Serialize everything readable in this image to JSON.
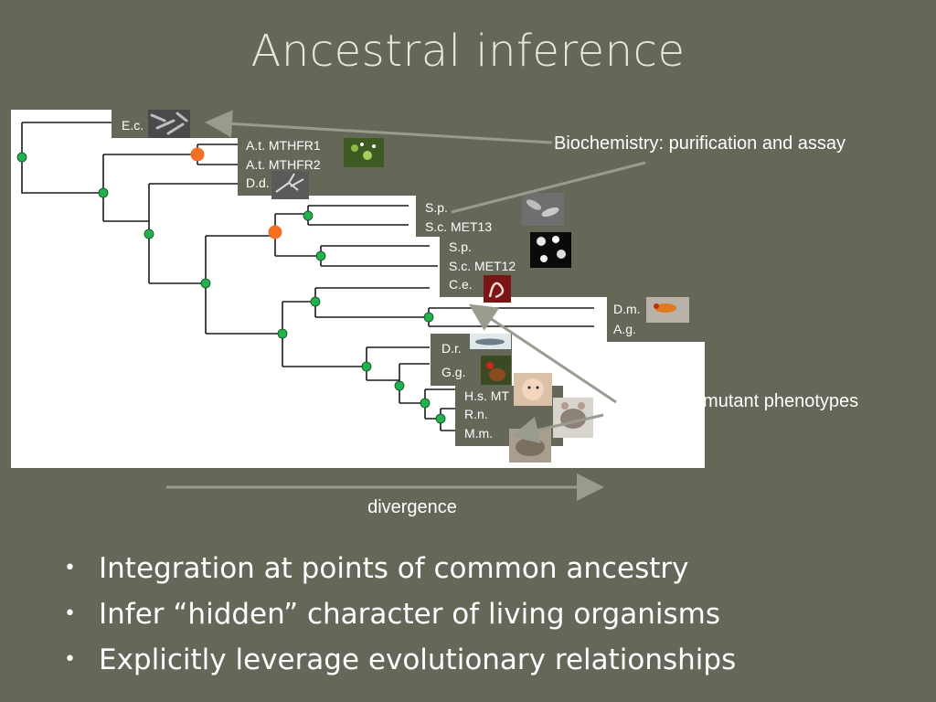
{
  "slide": {
    "title": "Ancestral inference",
    "bullets": [
      "Integration at points of common ancestry",
      "Infer “hidden” character of living organisms",
      "Explicitly leverage evolutionary relationships"
    ]
  },
  "diagram": {
    "taxa": [
      "E.c.",
      "A.t. MTHFR1",
      "A.t. MTHFR2",
      "D.d.",
      "S.p.",
      "S.c. MET13",
      "S.p.",
      "S.c. MET12",
      "C.e.",
      "D.m.",
      "A.g.",
      "D.r.",
      "G.g.",
      "H.s. MT",
      "R.n.",
      "M.m."
    ],
    "callouts": {
      "biochemistry": "Biochemistry: purification and assay",
      "genetics": "Genetics: mutant phenotypes"
    },
    "axis_label": "divergence",
    "colors": {
      "ancestral_node": "#f36f21",
      "node": "#22b14c",
      "branch": "#1a1a1a",
      "arrow": "#9a9b8f"
    },
    "thumbnails": [
      "bacteria-micrograph",
      "arabidopsis-plant",
      "dictyostelium-micrograph",
      "yeast-micrograph",
      "yeast-cells",
      "nematode-worm",
      "fruit-fly",
      "zebrafish",
      "chicken",
      "human-baby",
      "rat",
      "mouse"
    ]
  }
}
